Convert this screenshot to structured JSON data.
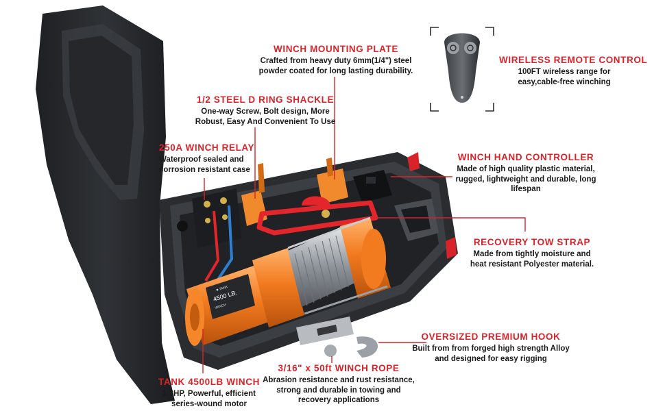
{
  "callouts": {
    "mounting_plate": {
      "title": "WINCH MOUNTING PLATE",
      "line1": "Crafted from heavy duty 6mm(1/4\") steel",
      "line2": "powder coated for long lasting durability."
    },
    "remote": {
      "title": "WIRELESS REMOTE CONTROL",
      "line1": "100FT wireless range for",
      "line2": "easy,cable-free winching"
    },
    "shackle": {
      "title": "1/2 STEEL D RING SHACKLE",
      "line1": "One-way Screw, Bolt design, More",
      "line2": "Robust, Easy And Convenient To Use"
    },
    "relay": {
      "title": "250A WINCH RELAY",
      "line1": "Waterproof sealed and",
      "line2": "corrosion resistant case"
    },
    "hand_controller": {
      "title": "WINCH HAND CONTROLLER",
      "line1": "Made of high quality plastic material,",
      "line2": "rugged, lightweight and durable, long",
      "line3": "lifespan"
    },
    "tow_strap": {
      "title": "RECOVERY TOW STRAP",
      "line1": "Made from tightly moisture and",
      "line2": "heat resistant Polyester material."
    },
    "hook": {
      "title": "OVERSIZED PREMIUM HOOK",
      "line1": "Built from from forged  high strength Alloy",
      "line2": "and designed for easy rigging"
    },
    "rope": {
      "title": "3/16\" x 50ft WINCH ROPE",
      "line1": "Abrasion resistance and rust resistance,",
      "line2": "strong and durable in towing and",
      "line3": "recovery applications"
    },
    "winch": {
      "title": "TANK 4500LB WINCH",
      "line1": "1.3HP, Powerful, efficient",
      "line2": "series-wound motor"
    }
  },
  "winch_label": {
    "capacity": "4500 LB.",
    "word": "WINCH"
  },
  "colors": {
    "accent": "#d8232a",
    "winch_orange": "#f27a1f",
    "case": "#2b2d31",
    "cable_red": "#e2262b",
    "cable_blue": "#2f7fd0"
  }
}
